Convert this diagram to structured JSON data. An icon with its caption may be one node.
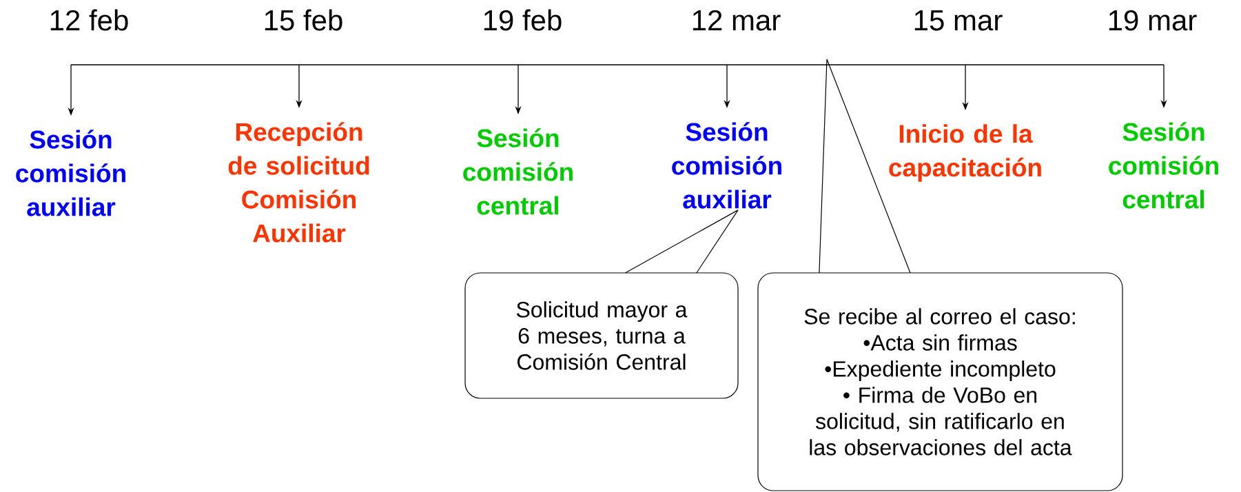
{
  "diagram": {
    "nodes": [
      {
        "text": [
          "Sesión comisión auxiliar"
        ]
      },
      {
        "text": [
          "Recepción de solicitud Comisión Auxiliar"
        ]
      },
      {
        "text": [
          "Sesión comisión central"
        ]
      },
      {
        "text": [
          "Sesión comisión auxiliar"
        ]
      },
      {
        "text": [
          "Inicio de la capacitación"
        ]
      },
      {
        "text": [
          "Sesión comisión central"
        ]
      },
      {
        "text": [
          "Solicitud mayor a 6 meses, turna a Comisión Central"
        ]
      },
      {
        "text": [
          "Se recibe al correo el caso:",
          "•Acta sin firmas",
          "•Expediente incompleto",
          "• Firma de VoBo en solicitud, sin ratificarlo en las observaciones del acta"
        ]
      }
    ],
    "edges": [
      {
        "from": null,
        "to": 0,
        "arrow": "to"
      },
      {
        "from": null,
        "to": 1,
        "arrow": "to"
      },
      {
        "from": null,
        "to": 2,
        "arrow": "to"
      },
      {
        "from": null,
        "to": 3,
        "arrow": "to"
      },
      {
        "from": null,
        "to": 4,
        "arrow": "to"
      },
      {
        "from": null,
        "to": 5,
        "arrow": "to"
      },
      {
        "from": 6,
        "to": 3,
        "arrow": "none"
      },
      {
        "from": 7,
        "to": null,
        "arrow": "none"
      }
    ],
    "labels": [
      "12 feb",
      "15 feb",
      "19 feb",
      "12 mar",
      "15 mar",
      "19 mar"
    ]
  }
}
